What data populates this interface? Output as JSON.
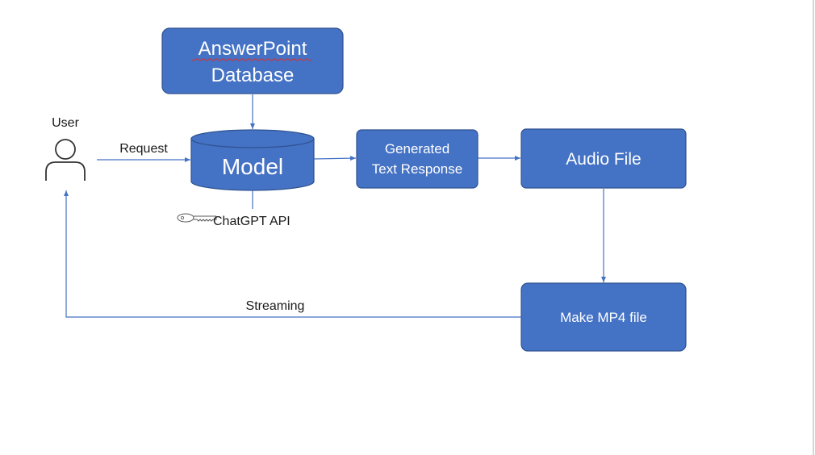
{
  "nodes": {
    "database": {
      "line1": "AnswerPoint",
      "line2": "Database"
    },
    "model": {
      "label": "Model"
    },
    "generated": {
      "line1": "Generated",
      "line2": "Text Response"
    },
    "audio": {
      "label": "Audio File"
    },
    "mp4": {
      "label": "Make MP4 file"
    },
    "user": {
      "label": "User"
    },
    "api": {
      "label": "ChatGPT API"
    }
  },
  "edges": {
    "request": "Request",
    "streaming": "Streaming"
  },
  "icons": {
    "user": "person-icon",
    "api": "key-icon"
  },
  "colors": {
    "box_fill": "#4472c4",
    "box_stroke": "#2f528f",
    "arrow": "#4472c4"
  }
}
